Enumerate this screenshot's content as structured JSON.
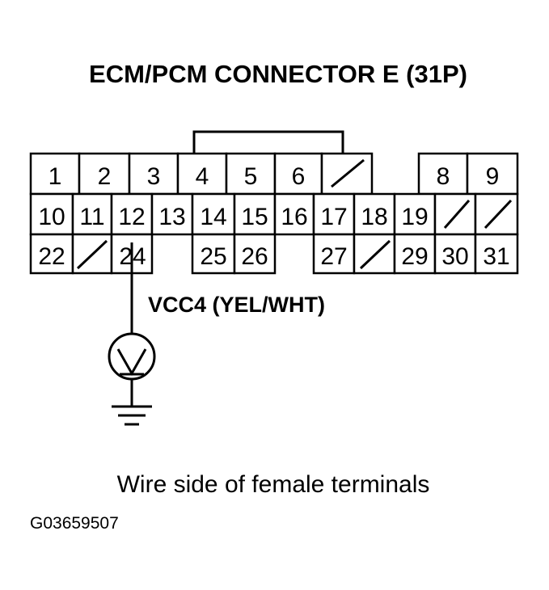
{
  "title": "ECM/PCM CONNECTOR E (31P)",
  "terminals": {
    "row1": [
      "1",
      "2",
      "3",
      "4",
      "5",
      "6",
      "",
      "",
      "8",
      "9"
    ],
    "row2": [
      "10",
      "11",
      "12",
      "13",
      "14",
      "15",
      "16",
      "17",
      "18",
      "19",
      "",
      ""
    ],
    "row3": [
      "22",
      "",
      "24",
      "25",
      "26",
      "27",
      "",
      "29",
      "30",
      "31"
    ]
  },
  "wire_label": "VCC4 (YEL/WHT)",
  "meter_symbol": "V",
  "caption": "Wire side of female terminals",
  "figure_code": "G03659507"
}
